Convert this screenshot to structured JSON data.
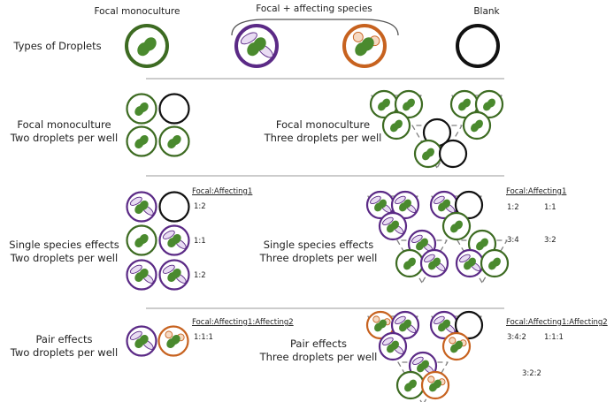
{
  "headers": {
    "focal_mono": "Focal monoculture",
    "focal_affecting": "Focal + affecting species",
    "blank": "Blank"
  },
  "row_labels": {
    "types": "Types of Droplets",
    "mono_two_l1": "Focal monoculture",
    "mono_two_l2": "Two droplets per well",
    "mono_three_l1": "Focal monoculture",
    "mono_three_l2": "Three droplets per well",
    "single_two_l1": "Single species effects",
    "single_two_l2": "Two droplets per well",
    "single_three_l1": "Single species effects",
    "single_three_l2": "Three droplets per well",
    "pair_two_l1": "Pair effects",
    "pair_two_l2": "Two droplets per well",
    "pair_three_l1": "Pair effects",
    "pair_three_l2": "Three droplets per well"
  },
  "ratios": {
    "single_header": "Focal:Affecting1",
    "single_two": [
      "1:2",
      "1:1",
      "1:2"
    ],
    "single_three_header": "Focal:Affecting1",
    "single_three": [
      "1:2",
      "1:1",
      "3:4",
      "3:2"
    ],
    "pair_header": "Focal:Affecting1:Affecting2",
    "pair_two": [
      "1:1:1"
    ],
    "pair_three_header": "Focal:Affecting1:Affecting2",
    "pair_three": [
      "3:4:2",
      "1:1:1",
      "3:2:2"
    ]
  },
  "colors": {
    "focal_green": "#3d6b22",
    "focal_fill": "#4a8a2e",
    "affecting_purple": "#5b2a86",
    "affecting_fill": "#e9dcf3",
    "affecting2_orange": "#c7621f",
    "affecting2_fill": "#f6d9c2",
    "blank": "#111111",
    "divider": "#9a9a9a",
    "well_dash": "#808080"
  }
}
